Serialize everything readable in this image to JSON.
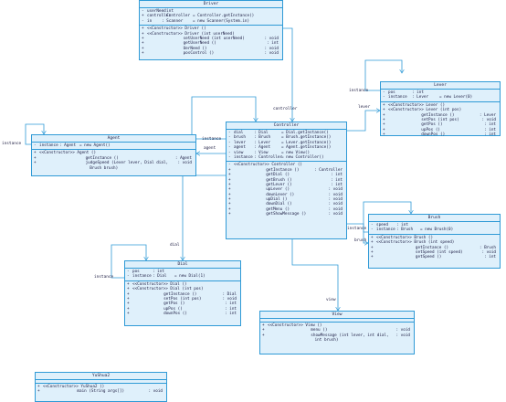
{
  "classes": {
    "driver": {
      "name": "Driver",
      "attributes": [
        {
          "vis": "-",
          "name": "userNeed",
          "type": ": int",
          "extra": ""
        },
        {
          "vis": "+",
          "name": "controller",
          "type": ": Controller",
          "extra": "= Controller.getInstance()"
        },
        {
          "vis": "-",
          "name": "in",
          "type": ": Scanner",
          "extra": "= new Scanner(System.in)"
        }
      ],
      "operations": [
        {
          "vis": "+",
          "name": "<<Constructor>> Driver ()",
          "type": ""
        },
        {
          "vis": "+",
          "name": "<<Constructor>> Driver (int userNeed)",
          "type": ""
        },
        {
          "vis": "+",
          "name": "setUserNeed (int userNeed)",
          "type": ": void"
        },
        {
          "vis": "+",
          "name": "getUserNeed ()",
          "type": ": int"
        },
        {
          "vis": "+",
          "name": "UerNeed ()",
          "type": ": void"
        },
        {
          "vis": "+",
          "name": "posControl ()",
          "type": ": void"
        }
      ]
    },
    "lever": {
      "name": "Lever",
      "attributes": [
        {
          "vis": "-",
          "name": "pos",
          "type": ": int",
          "extra": ""
        },
        {
          "vis": "-",
          "name": "instance",
          "type": ": Lever",
          "extra": "= new Lever(0)"
        }
      ],
      "operations": [
        {
          "vis": "+",
          "name": "<<Constructor>> Lever ()",
          "type": ""
        },
        {
          "vis": "+",
          "name": "<<Constructor>> Lever (int pos)",
          "type": ""
        },
        {
          "vis": "+",
          "name": "getInstance ()",
          "type": ": Lever"
        },
        {
          "vis": "+",
          "name": "setPos (int pos)",
          "type": ": void"
        },
        {
          "vis": "+",
          "name": "getPos ()",
          "type": ": int"
        },
        {
          "vis": "+",
          "name": "upPos ()",
          "type": ": int"
        },
        {
          "vis": "+",
          "name": "downPos ()",
          "type": ": int"
        }
      ]
    },
    "agent": {
      "name": "Agent",
      "attributes": [
        {
          "vis": "-",
          "name": "instance",
          "type": ": Agent",
          "extra": "= new Agent()"
        }
      ],
      "operations": [
        {
          "vis": "+",
          "name": "<<Constructor>> Agent ()",
          "type": ""
        },
        {
          "vis": "+",
          "name": "getInstance ()",
          "type": ": Agent"
        },
        {
          "vis": "+",
          "name": "judgeSpeed (Lever lever, Dial dial,",
          "type": ": void"
        },
        {
          "vis": "",
          "name": "Brush brush)",
          "type": ""
        }
      ]
    },
    "controller": {
      "name": "Controller",
      "attributes": [
        {
          "vis": "-",
          "name": "dial",
          "type": ": Dial",
          "extra": "= Dial.getInstance()"
        },
        {
          "vis": "-",
          "name": "brush",
          "type": ": Brush",
          "extra": "= Brush.getInstance()"
        },
        {
          "vis": "-",
          "name": "lever",
          "type": ": Lever",
          "extra": "= Lever.getInstance()"
        },
        {
          "vis": "-",
          "name": "agent",
          "type": ": Agent",
          "extra": "= Agent.getInstance()"
        },
        {
          "vis": "-",
          "name": "view",
          "type": ": View",
          "extra": "= new View()"
        },
        {
          "vis": "-",
          "name": "instance",
          "type": ": Controller",
          "extra": "= new Controller()"
        }
      ],
      "operations": [
        {
          "vis": "-",
          "name": "<<Constructor>> Controller ()",
          "type": ""
        },
        {
          "vis": "+",
          "name": "getInstance ()",
          "type": ": Controller"
        },
        {
          "vis": "+",
          "name": "getDial ()",
          "type": ": int"
        },
        {
          "vis": "+",
          "name": "getBrush ()",
          "type": ": int"
        },
        {
          "vis": "+",
          "name": "getLever ()",
          "type": ": int"
        },
        {
          "vis": "+",
          "name": "upLever ()",
          "type": ": void"
        },
        {
          "vis": "+",
          "name": "downLever ()",
          "type": ": void"
        },
        {
          "vis": "+",
          "name": "upDial ()",
          "type": ": void"
        },
        {
          "vis": "+",
          "name": "downDial ()",
          "type": ": void"
        },
        {
          "vis": "+",
          "name": "getMenu ()",
          "type": ": void"
        },
        {
          "vis": "+",
          "name": "getShowMessage ()",
          "type": ": void"
        }
      ]
    },
    "brush": {
      "name": "Brush",
      "attributes": [
        {
          "vis": "-",
          "name": "speed",
          "type": ": int",
          "extra": ""
        },
        {
          "vis": "-",
          "name": "instance",
          "type": ": Brush",
          "extra": "= new Brush(0)"
        }
      ],
      "operations": [
        {
          "vis": "+",
          "name": "<<Constructor>> Brush ()",
          "type": ""
        },
        {
          "vis": "+",
          "name": "<<Constructor>> Brush (int speed)",
          "type": ""
        },
        {
          "vis": "+",
          "name": "getInstance ()",
          "type": ": Brush"
        },
        {
          "vis": "+",
          "name": "setSpeed (int speed)",
          "type": ": void"
        },
        {
          "vis": "+",
          "name": "getSpeed ()",
          "type": ": int"
        }
      ]
    },
    "dial": {
      "name": "Dial",
      "attributes": [
        {
          "vis": "-",
          "name": "pos",
          "type": ": int",
          "extra": ""
        },
        {
          "vis": "-",
          "name": "instance",
          "type": ": Dial",
          "extra": "= new Dial(1)"
        }
      ],
      "operations": [
        {
          "vis": "+",
          "name": "<<Constructor>> Dial ()",
          "type": ""
        },
        {
          "vis": "+",
          "name": "<<Constructor>> Dial (int pos)",
          "type": ""
        },
        {
          "vis": "+",
          "name": "getInstance ()",
          "type": ": Dial"
        },
        {
          "vis": "+",
          "name": "setPos (int pos)",
          "type": ": void"
        },
        {
          "vis": "+",
          "name": "getPos ()",
          "type": ": int"
        },
        {
          "vis": "+",
          "name": "upPos ()",
          "type": ": int"
        },
        {
          "vis": "+",
          "name": "downPos ()",
          "type": ": int"
        }
      ]
    },
    "view": {
      "name": "View",
      "attributes": [],
      "operations": [
        {
          "vis": "+",
          "name": "<<Constructor>> View ()",
          "type": ""
        },
        {
          "vis": "+",
          "name": "menu ()",
          "type": ": void"
        },
        {
          "vis": "+",
          "name": "showMessage (int lever, int dial,",
          "type": ": void"
        },
        {
          "vis": "",
          "name": "int brush)",
          "type": ""
        }
      ]
    },
    "yushua2": {
      "name": "YuShua2",
      "attributes": [],
      "operations": [
        {
          "vis": "+",
          "name": "<<Constructor>> YuShua2 ()",
          "type": ""
        },
        {
          "vis": "+",
          "name": "main (String args[])",
          "type": ": void"
        }
      ]
    }
  },
  "labels": {
    "controller": "controller",
    "lever": "lever",
    "instance_lever": "instance",
    "instance_agent": "instance",
    "agent": "agent",
    "instance_controller": "instance",
    "instance_brush": "instance",
    "brush": "brush",
    "dial": "dial",
    "instance_dial": "instance",
    "view": "view"
  },
  "colors": {
    "border": "#2f9ad6",
    "fill": "#dff0fb",
    "text": "#1a1a40"
  }
}
